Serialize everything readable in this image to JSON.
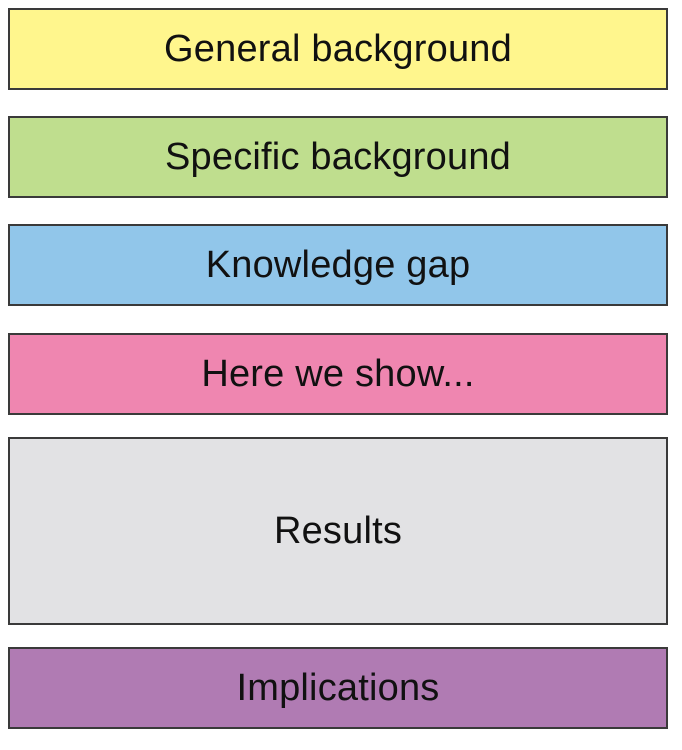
{
  "sections": [
    {
      "label": "General background",
      "color": "#fff68d"
    },
    {
      "label": "Specific background",
      "color": "#bfde8e"
    },
    {
      "label": "Knowledge gap",
      "color": "#91c6ea"
    },
    {
      "label": "Here we show...",
      "color": "#ef86b0"
    },
    {
      "label": "Results",
      "color": "#e2e2e4"
    },
    {
      "label": "Implications",
      "color": "#b07bb3"
    }
  ]
}
